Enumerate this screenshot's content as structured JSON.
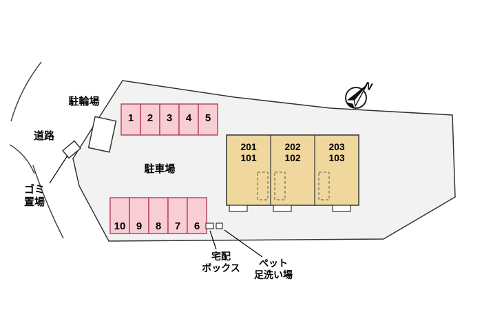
{
  "site_plan": {
    "labels": {
      "bicycle_parking": "駐輪場",
      "road": "道路",
      "garbage_line1": "ゴミ",
      "garbage_line2": "置場",
      "parking_lot": "駐車場",
      "delivery_box_line1": "宅配",
      "delivery_box_line2": "ボックス",
      "pet_wash_line1": "ペット",
      "pet_wash_line2": "足洗い場"
    },
    "compass": {
      "north": "N"
    },
    "parking_top": [
      "1",
      "2",
      "3",
      "4",
      "5"
    ],
    "parking_bottom": [
      "10",
      "9",
      "8",
      "7",
      "6"
    ],
    "units": [
      {
        "upper": "201",
        "lower": "101"
      },
      {
        "upper": "202",
        "lower": "102"
      },
      {
        "upper": "203",
        "lower": "103"
      }
    ],
    "colors": {
      "site_fill": "#f2f2f2",
      "site_stroke": "#333333",
      "parking_fill": "#f9cdd4",
      "parking_stroke": "#b5485c",
      "building_fill": "#f0d79e",
      "building_stroke": "#333333"
    }
  }
}
